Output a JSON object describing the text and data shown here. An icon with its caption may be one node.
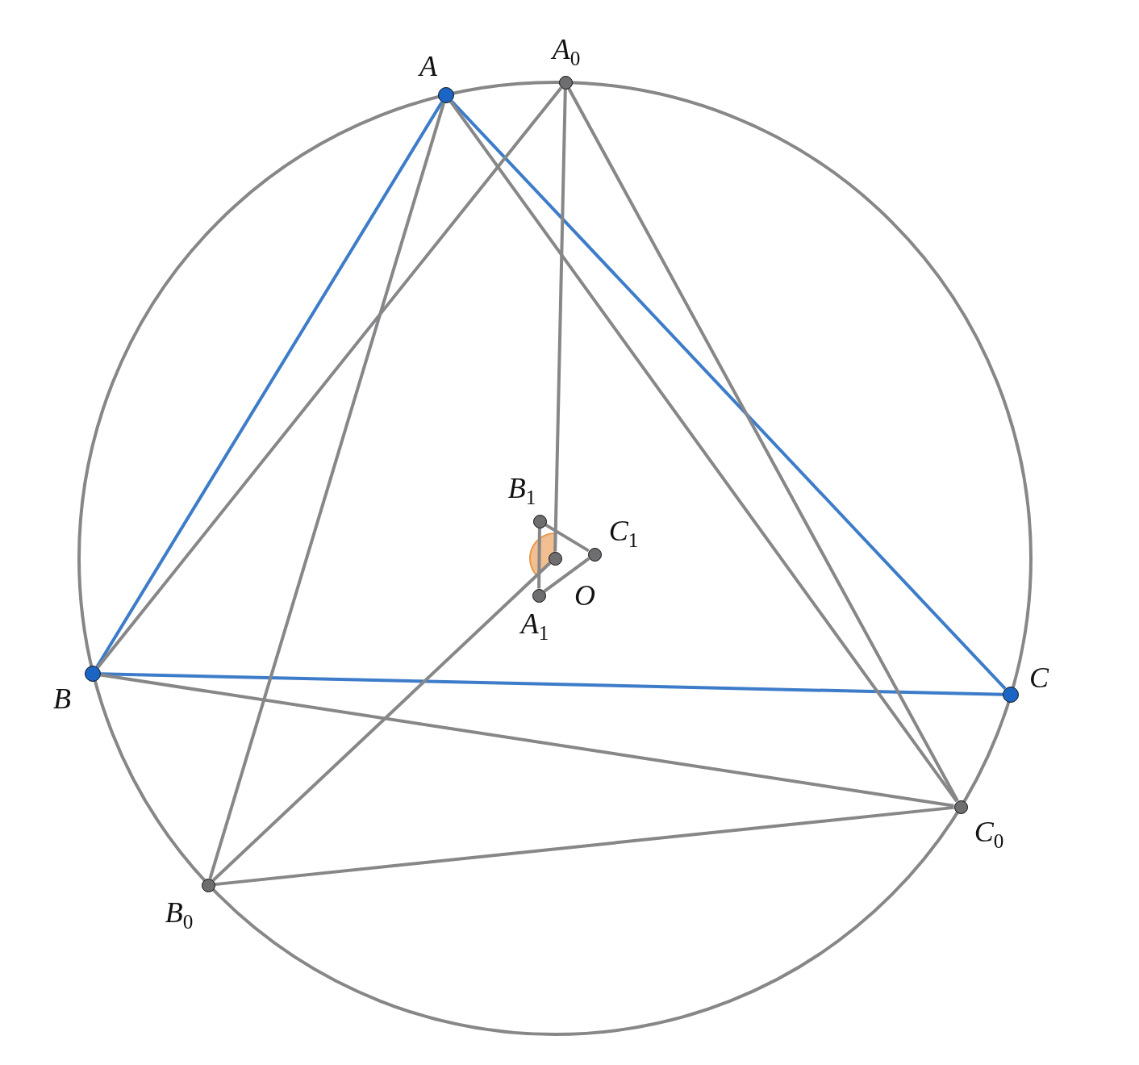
{
  "diagram": {
    "nodes": [
      {
        "text": [],
        "shape": "circle",
        "beside": [
          "A"
        ]
      },
      {
        "text": [],
        "shape": "circle",
        "beside": [
          "A$_{0}$"
        ]
      },
      {
        "text": [],
        "shape": "circle",
        "beside": [
          "B"
        ]
      },
      {
        "text": [],
        "shape": "circle",
        "beside": [
          "B$_{0}$"
        ]
      },
      {
        "text": [],
        "shape": "circle",
        "beside": [
          "C"
        ]
      },
      {
        "text": [],
        "shape": "circle",
        "beside": [
          "C$_{0}$"
        ]
      },
      {
        "text": [],
        "shape": "circle",
        "beside": [
          "B$_{1}$"
        ]
      },
      {
        "text": [],
        "shape": "circle",
        "beside": [
          "C$_{1}$"
        ]
      },
      {
        "text": [],
        "shape": "circle",
        "beside": [
          "O"
        ]
      },
      {
        "text": [],
        "shape": "circle",
        "beside": [
          "A$_{1}$"
        ]
      }
    ],
    "edges": [
      {
        "from": 0,
        "to": 2,
        "arrow": "none",
        "color": "#3d7cc9"
      },
      {
        "from": 0,
        "to": 4,
        "arrow": "none",
        "color": "#3d7cc9"
      },
      {
        "from": 2,
        "to": 4,
        "arrow": "none",
        "color": "#3d7cc9"
      },
      {
        "from": 0,
        "to": 3,
        "arrow": "none"
      },
      {
        "from": 0,
        "to": 5,
        "arrow": "none"
      },
      {
        "from": 1,
        "to": 2,
        "arrow": "none"
      },
      {
        "from": 1,
        "to": 5,
        "arrow": "none"
      },
      {
        "from": 1,
        "to": 8,
        "arrow": "none"
      },
      {
        "from": 2,
        "to": 5,
        "arrow": "none"
      },
      {
        "from": 3,
        "to": 5,
        "arrow": "none"
      },
      {
        "from": 3,
        "to": 8,
        "arrow": "none"
      },
      {
        "from": 6,
        "to": 9,
        "arrow": "none"
      },
      {
        "from": 6,
        "to": 7,
        "arrow": "none"
      },
      {
        "from": 7,
        "to": 9,
        "arrow": "none"
      }
    ]
  }
}
